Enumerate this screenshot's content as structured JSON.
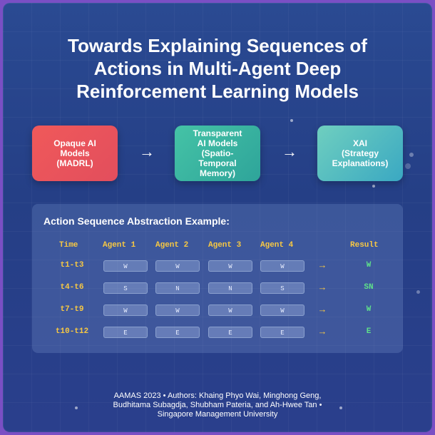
{
  "title_lines": [
    "Towards Explaining Sequences of",
    "Actions in Multi-Agent Deep",
    "Reinforcement Learning Models"
  ],
  "flow": [
    {
      "lines": [
        "Opaque AI",
        "Models",
        "(MADRL)"
      ],
      "color": "#e24e5d"
    },
    {
      "lines": [
        "Transparent",
        "AI Models",
        "(Spatio-",
        "Temporal",
        "Memory)"
      ],
      "color": "#2ea49a"
    },
    {
      "lines": [
        "XAI",
        "(Strategy",
        "Explanations)"
      ],
      "color": "#3aa8c2"
    }
  ],
  "arrow_symbol": "→",
  "table": {
    "title": "Action Sequence Abstraction Example:",
    "headers": [
      "Time",
      "Agent 1",
      "Agent 2",
      "Agent 3",
      "Agent 4",
      "Result"
    ],
    "rows": [
      {
        "time": "t1-t3",
        "actions": [
          "W",
          "W",
          "W",
          "W"
        ],
        "arrow": "→",
        "result": "W"
      },
      {
        "time": "t4-t6",
        "actions": [
          "S",
          "N",
          "N",
          "S"
        ],
        "arrow": "→",
        "result": "SN"
      },
      {
        "time": "t7-t9",
        "actions": [
          "W",
          "W",
          "W",
          "W"
        ],
        "arrow": "→",
        "result": "W"
      },
      {
        "time": "t10-t12",
        "actions": [
          "E",
          "E",
          "E",
          "E"
        ],
        "arrow": "→",
        "result": "E"
      }
    ]
  },
  "footer": [
    "AAMAS 2023 • Authors: Khaing Phyo Wai, Minghong Geng,",
    "Budhitama Subagdja, Shubham Pateria, and Ah-Hwee Tan •",
    "Singapore Management University"
  ],
  "colors": {
    "background": "#253f86",
    "accent_yellow": "#f7c843",
    "result_green": "#5fe08a"
  }
}
